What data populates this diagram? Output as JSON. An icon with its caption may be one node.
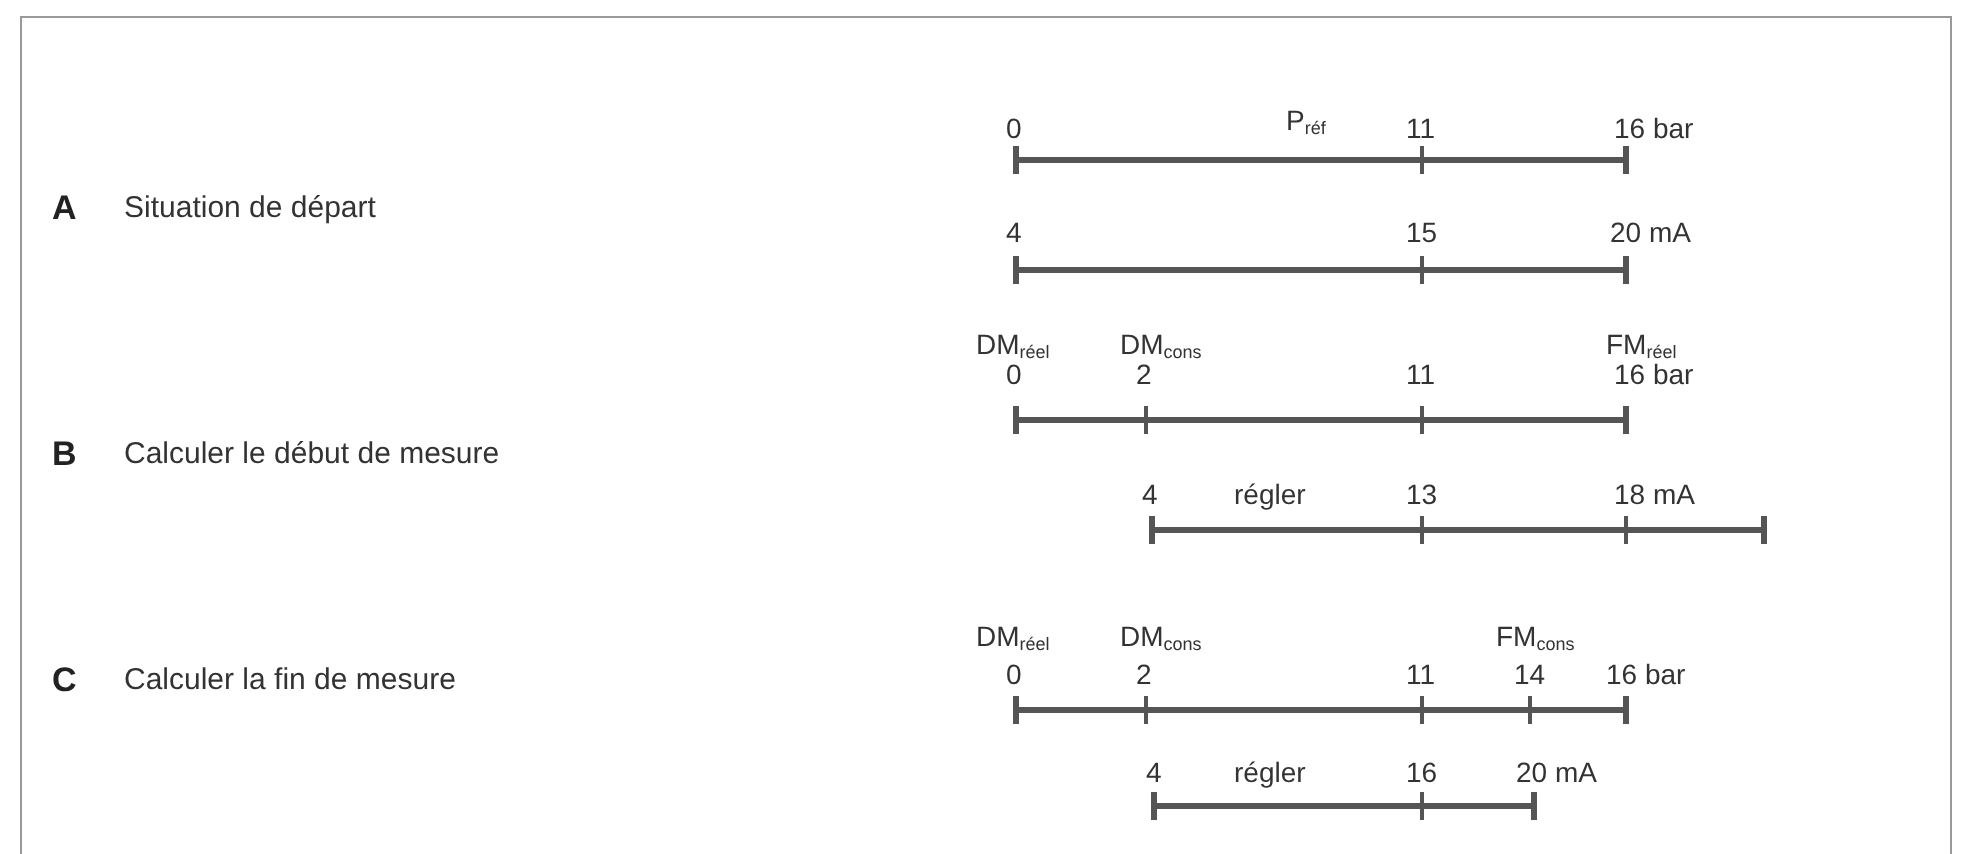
{
  "diagram": {
    "labels": [
      "0",
      "P$_{réf}$",
      "11",
      "16 bar",
      "A",
      "Situation de départ",
      "4",
      "15",
      "20 mA",
      "DM$_{réel}$",
      "DM$_{cons}$",
      "FM$_{réel}$",
      "0",
      "2",
      "11",
      "16 bar",
      "B",
      "Calculer le début de mesure",
      "4",
      "régler",
      "13",
      "18 mA",
      "DM$_{réel}$",
      "DM$_{cons}$",
      "FM$_{cons}$",
      "C",
      "Calculer la fin de mesure",
      "0",
      "2",
      "11",
      "14",
      "16 bar",
      "4",
      "régler",
      "16",
      "20 mA"
    ]
  }
}
